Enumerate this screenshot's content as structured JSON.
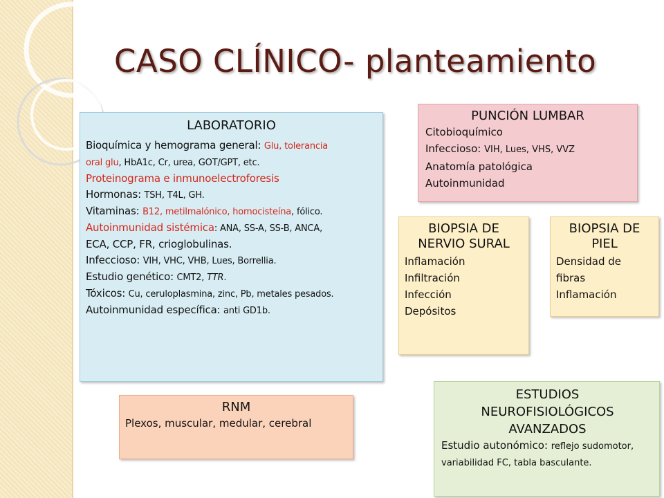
{
  "title": "CASO CLÍNICO- planteamiento",
  "laboratorio": {
    "heading": "LABORATORIO",
    "lines": [
      {
        "a": "Bioquímica y hemograma general: ",
        "b": "Glu, tolerancia"
      },
      {
        "a": "oral glu",
        "b": ", HbA1c, Cr, urea, GOT/GPT, etc."
      },
      {
        "a": "Proteinograma e inmunoelectroforesis"
      },
      {
        "a": "Hormonas: ",
        "b": "TSH, T4L, GH."
      },
      {
        "a": "Vitaminas: ",
        "b": "B12, metilmalónico, homocisteína",
        "c": ", fólico."
      },
      {
        "a": "Autoinmunidad sistémica",
        "b": ": ANA, SS-A, SS-B, ANCA,"
      },
      {
        "a": "ECA, CCP, FR, crioglobulinas."
      },
      {
        "a": "Infeccioso: ",
        "b": "VIH, VHC, VHB, Lues, Borrellia."
      },
      {
        "a": "Estudio genético: ",
        "b": "CMT2, ",
        "c": "TTR",
        "d": "."
      },
      {
        "a": "Tóxicos: ",
        "b": "Cu, ceruloplasmina, zinc, Pb, metales pesados."
      },
      {
        "a": "Autoinmunidad específica: ",
        "b": "anti GD1b."
      }
    ]
  },
  "puncion": {
    "heading": "PUNCIÓN LUMBAR",
    "items": [
      "Citobioquímico",
      "Infeccioso:  ",
      "Anatomía patológica",
      "Autoinmunidad"
    ],
    "infeccioso_detail": "VIH, Lues, VHS, VVZ"
  },
  "biopsia_nervio": {
    "heading_1": "BIOPSIA DE",
    "heading_2": "NERVIO SURAL",
    "items": [
      "Inflamación",
      "Infiltración",
      "Infección",
      "Depósitos"
    ]
  },
  "biopsia_piel": {
    "heading_1": "BIOPSIA DE",
    "heading_2": "PIEL",
    "items": [
      "Densidad de",
      "fibras",
      "Inflamación"
    ]
  },
  "rnm": {
    "heading": "RNM",
    "text": "Plexos, muscular, medular, cerebral"
  },
  "estudios": {
    "heading_1": "ESTUDIOS",
    "heading_2": "NEUROFISIOLÓGICOS",
    "heading_3": "AVANZADOS",
    "label": "Estudio autonómico: ",
    "detail": "reflejo sudomotor, variabilidad FC, tabla basculante."
  },
  "colors": {
    "title": "#5b1a12",
    "red_text": "#d4261a",
    "lab_bg": "#d8edf3",
    "puncion_bg": "#f4cbcf",
    "biopsia_bg": "#fdefc8",
    "rnm_bg": "#fbd2ba",
    "estudios_bg": "#e4efd5"
  }
}
